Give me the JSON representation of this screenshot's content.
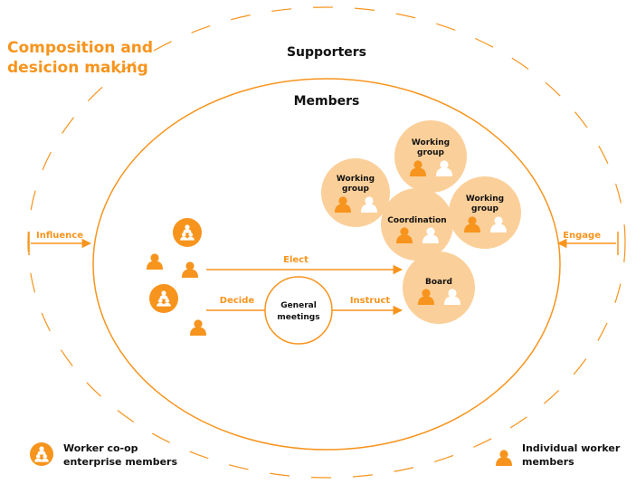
{
  "title": {
    "line1": "Composition and",
    "line2": "desicion making"
  },
  "labels": {
    "supporters": "Supporters",
    "members": "Members",
    "influence": "Influence",
    "engage": "Engage",
    "elect": "Elect",
    "decide": "Decide",
    "instruct": "Instruct",
    "general_meetings_line1": "General",
    "general_meetings_line2": "meetings",
    "working_group_line1": "Working",
    "working_group_line2": "group",
    "coordination": "Coordination",
    "board": "Board"
  },
  "legend": {
    "coop_line1": "Worker co-op",
    "coop_line2": "enterprise members",
    "individual_line1": "Individual worker",
    "individual_line2": "members"
  },
  "colors": {
    "accent": "#F7941D",
    "accent_light": "#FBCF99",
    "text": "#111111",
    "white": "#FFFFFF"
  },
  "icons": {
    "person": "person-icon",
    "group": "group-icon"
  }
}
